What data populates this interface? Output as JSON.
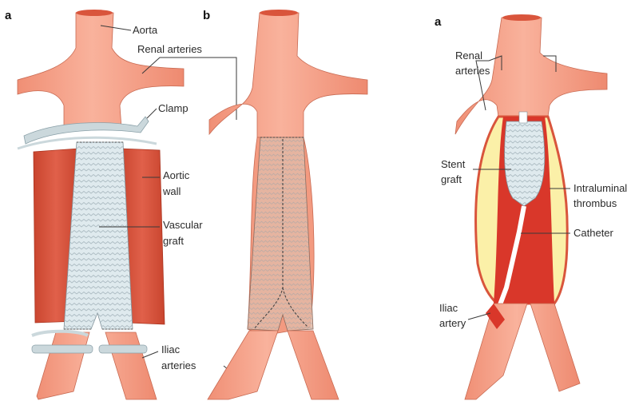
{
  "panels": [
    {
      "letter": "a",
      "labels": {
        "aorta": "Aorta",
        "renal_arteries": "Renal arteries",
        "clamp": "Clamp",
        "aortic_wall_1": "Aortic",
        "aortic_wall_2": "wall",
        "vascular_graft_1": "Vascular",
        "vascular_graft_2": "graft",
        "iliac_arteries_1": "Iliac",
        "iliac_arteries_2": "arteries"
      }
    },
    {
      "letter": "b"
    },
    {
      "letter": "a",
      "labels": {
        "renal_arteries_1": "Renal",
        "renal_arteries_2": "arteries",
        "stent_graft_1": "Stent",
        "stent_graft_2": "graft",
        "intraluminal_thrombus_1": "Intraluminal",
        "intraluminal_thrombus_2": "thrombus",
        "catheter": "Catheter",
        "iliac_artery_1": "Iliac",
        "iliac_artery_2": "artery"
      }
    }
  ],
  "colors": {
    "vessel": "#f6a48c",
    "vessel_shade": "#e88469",
    "wall": "#d9553c",
    "wall_dark": "#b83a25",
    "graft": "#dfeaee",
    "graft_pattern": "#aebdc4",
    "sutured_graft": "#e2b9a6",
    "thrombus": "#fbf0a8",
    "clamp": "#cbd8dc"
  }
}
